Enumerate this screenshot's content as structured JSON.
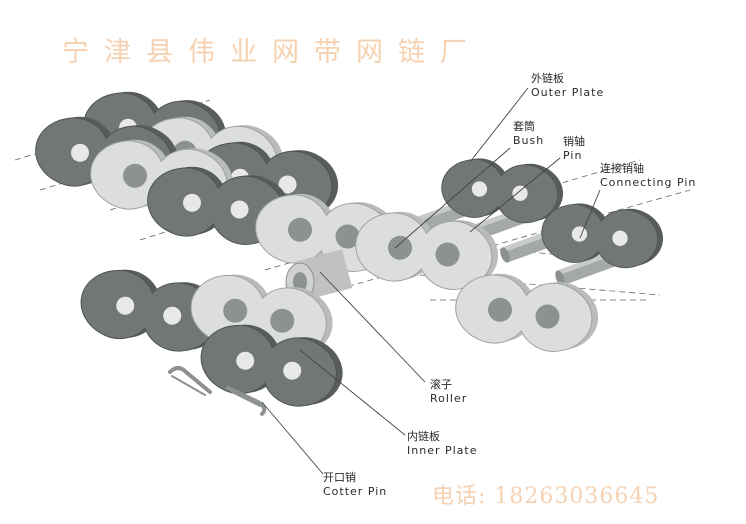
{
  "watermark": {
    "company": "宁津县伟业网带网链厂",
    "phone": "电话: 18263036645"
  },
  "labels": {
    "outer_plate": {
      "zh": "外链板",
      "en": "Outer Plate"
    },
    "bush": {
      "zh": "套筒",
      "en": "Bush"
    },
    "pin": {
      "zh": "销轴",
      "en": "Pin"
    },
    "connecting_pin": {
      "zh": "连接销轴",
      "en": "Connecting Pin"
    },
    "roller": {
      "zh": "滚子",
      "en": "Roller"
    },
    "inner_plate": {
      "zh": "内链板",
      "en": "Inner Plate"
    },
    "cotter_pin": {
      "zh": "开口销",
      "en": "Cotter Pin"
    }
  },
  "colors": {
    "outer_plate_face": "#6f7572",
    "inner_plate_face": "#d8dad8",
    "pin": "#a9adac",
    "leader_line": "#4a4a4a",
    "watermark": "#f6d2b2"
  }
}
